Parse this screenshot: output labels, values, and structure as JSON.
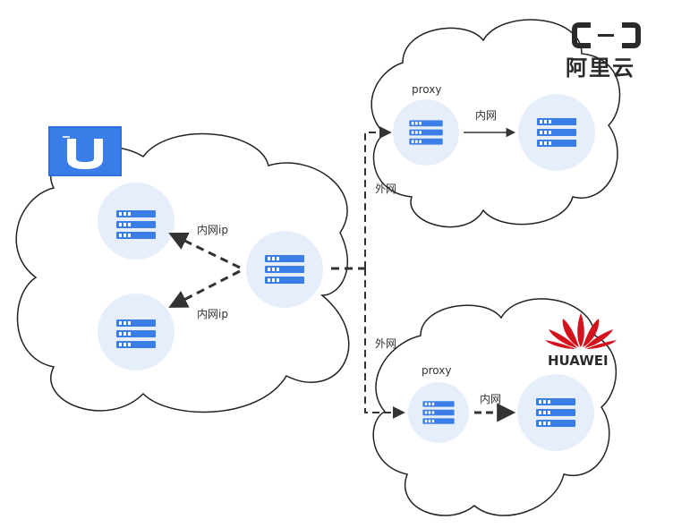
{
  "labels": {
    "left_top_link": "内网ip",
    "left_bottom_link": "内网ip",
    "external_top": "外网",
    "external_bottom": "外网",
    "aliyun_proxy": "proxy",
    "aliyun_internal": "内网",
    "huawei_proxy": "proxy",
    "huawei_internal": "内网"
  },
  "logos": {
    "ucloud": {
      "icon": "ucloud-logo-icon",
      "color": "#2f6fe0"
    },
    "aliyun": {
      "icon": "aliyun-logo-icon",
      "text": "阿里云",
      "color": "#2a2a2a"
    },
    "huawei": {
      "icon": "huawei-logo-icon",
      "text": "HUAWEI",
      "color": "#d4121c"
    }
  },
  "colors": {
    "server_bg": "#e6eefb",
    "server_fill": "#3b7ee6",
    "line": "#333333"
  }
}
